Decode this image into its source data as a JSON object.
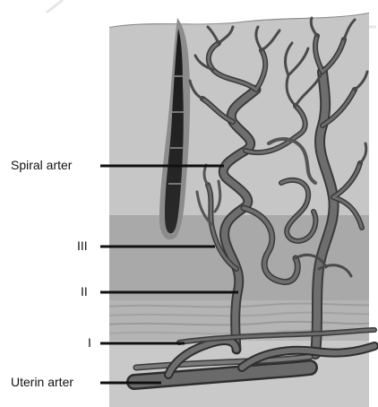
{
  "labels": {
    "spiral_artery": "Spiral arter",
    "level_III": "III",
    "level_II": "II",
    "level_I": "I",
    "uterine_artery": "Uterin arter"
  }
}
